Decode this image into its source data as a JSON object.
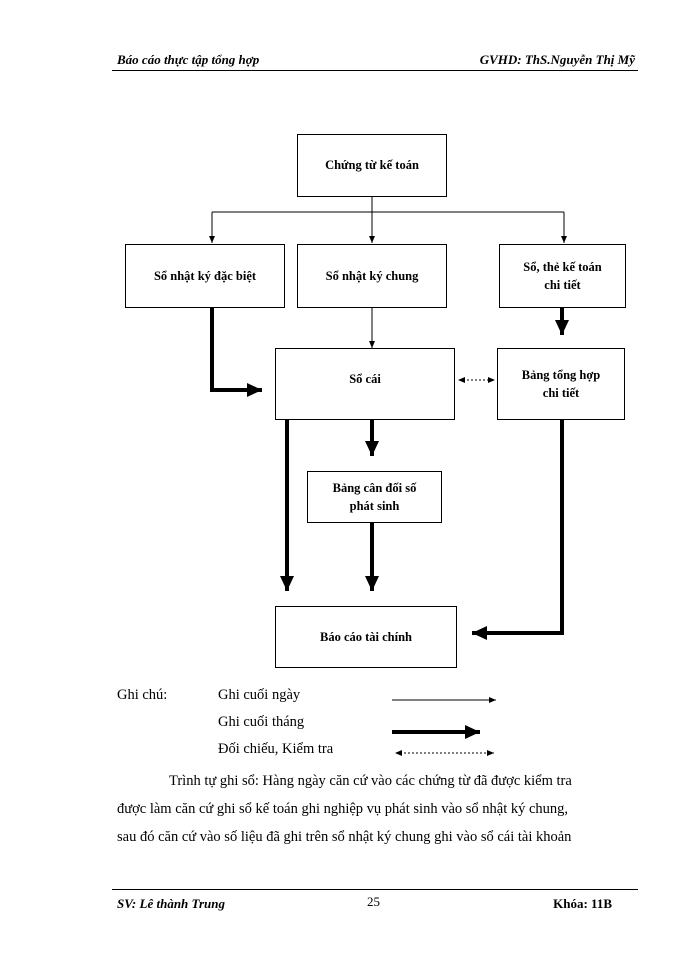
{
  "header": {
    "left": "Báo cáo thực tập tổng hợp",
    "right": "GVHD: ThS.Nguyễn Thị Mỹ"
  },
  "diagram": {
    "nodes": {
      "chung_tu": "Chứng từ kế toán",
      "nhat_ky_dac_biet": "Sổ nhật ký đặc biệt",
      "nhat_ky_chung": "Sổ nhật ký chung",
      "so_the_line1": "Sổ, thẻ kế toán",
      "so_the_line2": "chi tiết",
      "so_cai": "Sổ cái",
      "bang_tong_hop_line1": "Bảng tổng hợp",
      "bang_tong_hop_line2": "chi tiết",
      "bang_can_doi_line1": "Bảng cân đối số",
      "bang_can_doi_line2": "phát sinh",
      "bao_cao": "Báo cáo tài chính"
    }
  },
  "legend": {
    "title": "Ghi chú:",
    "items": [
      "Ghi cuối ngày",
      "Ghi cuối tháng",
      "Đối chiếu, Kiểm tra"
    ]
  },
  "body_lines": [
    "Trình tự ghi sổ: Hàng ngày căn cứ vào các chứng từ đã được kiểm tra",
    "được làm căn cứ ghi sổ kế toán ghi nghiệp vụ phát sinh vào sổ nhật ký chung,",
    "sau đó căn cứ vào số liệu đã ghi trên sổ nhật ký chung ghi vào sổ cái tài khoản"
  ],
  "footer": {
    "left": "SV: Lê thành Trung",
    "page": "25",
    "right": "Khóa: 11B"
  }
}
